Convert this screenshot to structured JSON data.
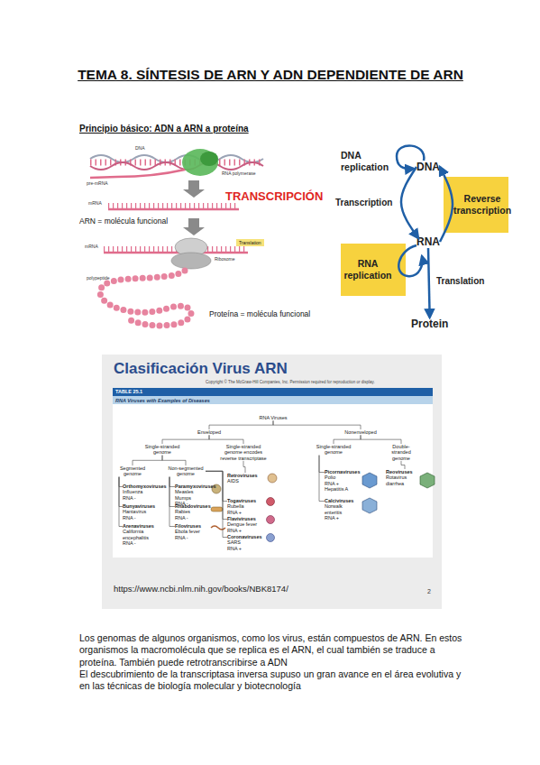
{
  "diagram": {
    "title": "TEMA 8. SÍNTESIS DE ARN Y ADN DEPENDIENTE DE ARN",
    "nodes": [
      {
        "text": [
          "DNA"
        ]
      },
      {
        "text": [
          "Reverse transcription"
        ]
      },
      {
        "text": [
          "RNA"
        ]
      },
      {
        "text": [
          "RNA replication"
        ]
      },
      {
        "text": [
          "Protein"
        ]
      },
      {
        "text": [
          "RNA Viruses"
        ]
      },
      {
        "text": [
          "Enveloped"
        ]
      },
      {
        "text": [
          "Nonenveloped"
        ]
      },
      {
        "text": [
          "Single-stranded genome"
        ]
      },
      {
        "text": [
          "Single-stranded genome encodes reverse transcriptase"
        ]
      },
      {
        "text": [
          "Single-stranded genome"
        ]
      },
      {
        "text": [
          "Double-stranded genome"
        ]
      },
      {
        "text": [
          "Segmented genome"
        ]
      },
      {
        "text": [
          "Non-segmented genome"
        ]
      },
      {
        "text": [
          "Retroviruses",
          "AIDS"
        ]
      },
      {
        "text": [
          "Orthomyxoviruses",
          "Influenza",
          "RNA -"
        ]
      },
      {
        "text": [
          "Bunyaviruses",
          "Hantavirus",
          "RNA -"
        ]
      },
      {
        "text": [
          "Arenaviruses",
          "California encephalitis",
          "RNA -"
        ]
      },
      {
        "text": [
          "Paramyxoviruses",
          "Measles Mumps",
          "RNA -"
        ]
      },
      {
        "text": [
          "Rhabdoviruses",
          "Rabies",
          "RNA -"
        ]
      },
      {
        "text": [
          "Filoviruses",
          "Ebola fever",
          "RNA -"
        ]
      },
      {
        "text": [
          "Togaviruses",
          "Rubella",
          "RNA +"
        ]
      },
      {
        "text": [
          "Flaviviruses",
          "Dengue fever",
          "RNA +"
        ]
      },
      {
        "text": [
          "Coronaviruses",
          "SARS",
          "RNA +"
        ]
      },
      {
        "text": [
          "Picornaviruses",
          "Polio",
          "RNA +",
          "Hepatitis A"
        ]
      },
      {
        "text": [
          "Calciviruses",
          "Norwalk enteritis",
          "RNA +"
        ]
      },
      {
        "text": [
          "Reoviruses",
          "Rotavirus diarrhea"
        ]
      }
    ],
    "edges": [
      {
        "from": 0,
        "to": 2,
        "label": "Transcription",
        "arrow": "to"
      },
      {
        "from": 2,
        "to": 0,
        "arrow": "to"
      },
      {
        "from": 2,
        "to": 4,
        "label": "Translation",
        "arrow": "to"
      },
      {
        "from": 5,
        "to": 6,
        "arrow": "none"
      },
      {
        "from": 5,
        "to": 7,
        "arrow": "none"
      },
      {
        "from": 6,
        "to": 8,
        "arrow": "none"
      },
      {
        "from": 6,
        "to": 9,
        "arrow": "none"
      },
      {
        "from": 7,
        "to": 10,
        "arrow": "none"
      },
      {
        "from": 7,
        "to": 11,
        "arrow": "none"
      },
      {
        "from": 8,
        "to": 12,
        "arrow": "none"
      },
      {
        "from": 8,
        "to": 13,
        "arrow": "none"
      },
      {
        "from": 9,
        "to": 14,
        "arrow": "none"
      },
      {
        "from": 12,
        "to": 15,
        "arrow": "none"
      },
      {
        "from": 12,
        "to": 16,
        "arrow": "none"
      },
      {
        "from": 12,
        "to": 17,
        "arrow": "none"
      },
      {
        "from": 13,
        "to": 18,
        "arrow": "none"
      },
      {
        "from": 13,
        "to": 19,
        "arrow": "none"
      },
      {
        "from": 13,
        "to": 20,
        "arrow": "none"
      },
      {
        "from": 13,
        "to": 21,
        "arrow": "none"
      },
      {
        "from": 13,
        "to": 22,
        "arrow": "none"
      },
      {
        "from": 13,
        "to": 23,
        "arrow": "none"
      },
      {
        "from": 10,
        "to": 24,
        "arrow": "none"
      },
      {
        "from": 10,
        "to": 25,
        "arrow": "none"
      },
      {
        "from": 11,
        "to": 26,
        "arrow": "none"
      }
    ],
    "labels": [
      "Principio básico: ADN a ARN a proteína",
      "DNA",
      "pre-mRNA",
      "RNA polymerase",
      "mRNA",
      "TRANSCRIPCIÓN",
      "ARN = molécula funcional",
      "mRNA",
      "Translation",
      "Ribosome",
      "polypeptide",
      "Proteína = molécula funcional",
      "DNA replication",
      "Clasificación Virus ARN",
      "Copyright © The McGraw-Hill Companies, Inc. Permission required for reproduction or display.",
      "TABLE 25.1",
      "RNA Viruses with Examples of Diseases",
      "https://www.ncbi.nlm.nih.gov/books/NBK8174/",
      "2",
      "Los genomas de algunos organismos, como los virus, están compuestos de ARN. En estos organismos la macromolécula que se replica es el ARN, el cual también se traduce a proteína. También puede retrotranscribirse a ADN",
      "El descubrimiento de la transcriptasa inversa supuso un gran avance en el área evolutiva y en las técnicas de biología molecular y biotecnología"
    ]
  }
}
